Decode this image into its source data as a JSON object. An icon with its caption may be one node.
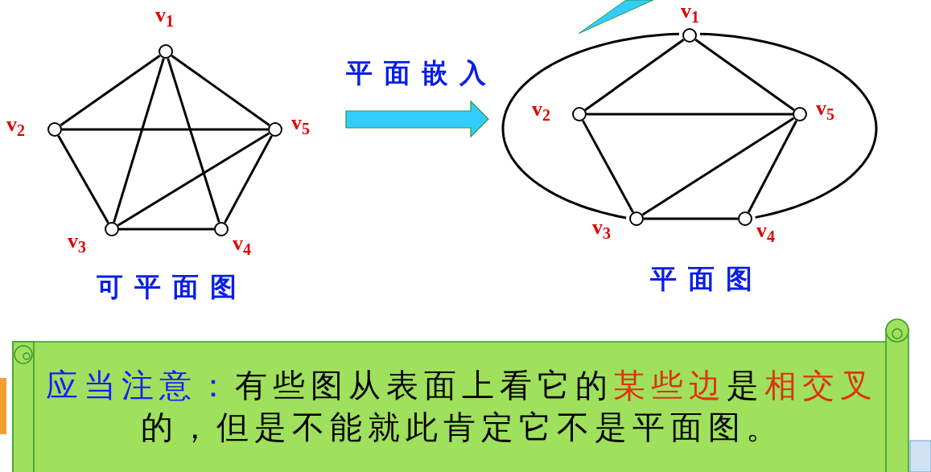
{
  "diagram": {
    "nodes": [
      {
        "text": [],
        "shape": "circle",
        "beside": [
          "v$_{1}$"
        ]
      },
      {
        "text": [],
        "shape": "circle",
        "beside": [
          "v$_{2}$"
        ]
      },
      {
        "text": [],
        "shape": "circle",
        "beside": [
          "v$_{3}$"
        ]
      },
      {
        "text": [],
        "shape": "circle",
        "beside": [
          "v$_{4}$"
        ]
      },
      {
        "text": [],
        "shape": "circle",
        "beside": [
          "v$_{5}$"
        ]
      },
      {
        "text": [],
        "shape": "circle",
        "beside": [
          "v$_{1}$"
        ]
      },
      {
        "text": [],
        "shape": "circle",
        "beside": [
          "v$_{2}$"
        ]
      },
      {
        "text": [],
        "shape": "circle",
        "beside": [
          "v$_{3}$"
        ]
      },
      {
        "text": [],
        "shape": "circle",
        "beside": [
          "v$_{4}$"
        ]
      },
      {
        "text": [],
        "shape": "circle",
        "beside": [
          "v$_{5}$"
        ]
      },
      {
        "text": [
          "应当注意：",
          "有些图从表面上看它的",
          "某些边",
          "是",
          "相交叉",
          "的，但是不能就此肯定它不是平面图。"
        ]
      },
      {
        "text": [],
        "shape": "callout"
      }
    ],
    "edges": [
      {
        "from": 0,
        "to": 1,
        "arrow": "none"
      },
      {
        "from": 0,
        "to": 4,
        "arrow": "none"
      },
      {
        "from": 1,
        "to": 4,
        "arrow": "none"
      },
      {
        "from": 1,
        "to": 2,
        "arrow": "none"
      },
      {
        "from": 4,
        "to": 3,
        "arrow": "none"
      },
      {
        "from": 2,
        "to": 3,
        "arrow": "none"
      },
      {
        "from": 0,
        "to": 2,
        "arrow": "none"
      },
      {
        "from": 0,
        "to": 3,
        "arrow": "none"
      },
      {
        "from": 2,
        "to": 4,
        "arrow": "none"
      },
      {
        "from": 5,
        "to": 6,
        "arrow": "none"
      },
      {
        "from": 5,
        "to": 9,
        "arrow": "none"
      },
      {
        "from": 6,
        "to": 9,
        "arrow": "none"
      },
      {
        "from": 6,
        "to": 7,
        "arrow": "none"
      },
      {
        "from": 9,
        "to": 8,
        "arrow": "none"
      },
      {
        "from": 7,
        "to": 8,
        "arrow": "none"
      },
      {
        "from": 7,
        "to": 9,
        "arrow": "none"
      },
      {
        "from": 5,
        "to": 7,
        "arrow": "none"
      },
      {
        "from": 5,
        "to": 8,
        "arrow": "none"
      }
    ],
    "labels": [
      "平面嵌入",
      "可平面图",
      "平面图"
    ]
  }
}
